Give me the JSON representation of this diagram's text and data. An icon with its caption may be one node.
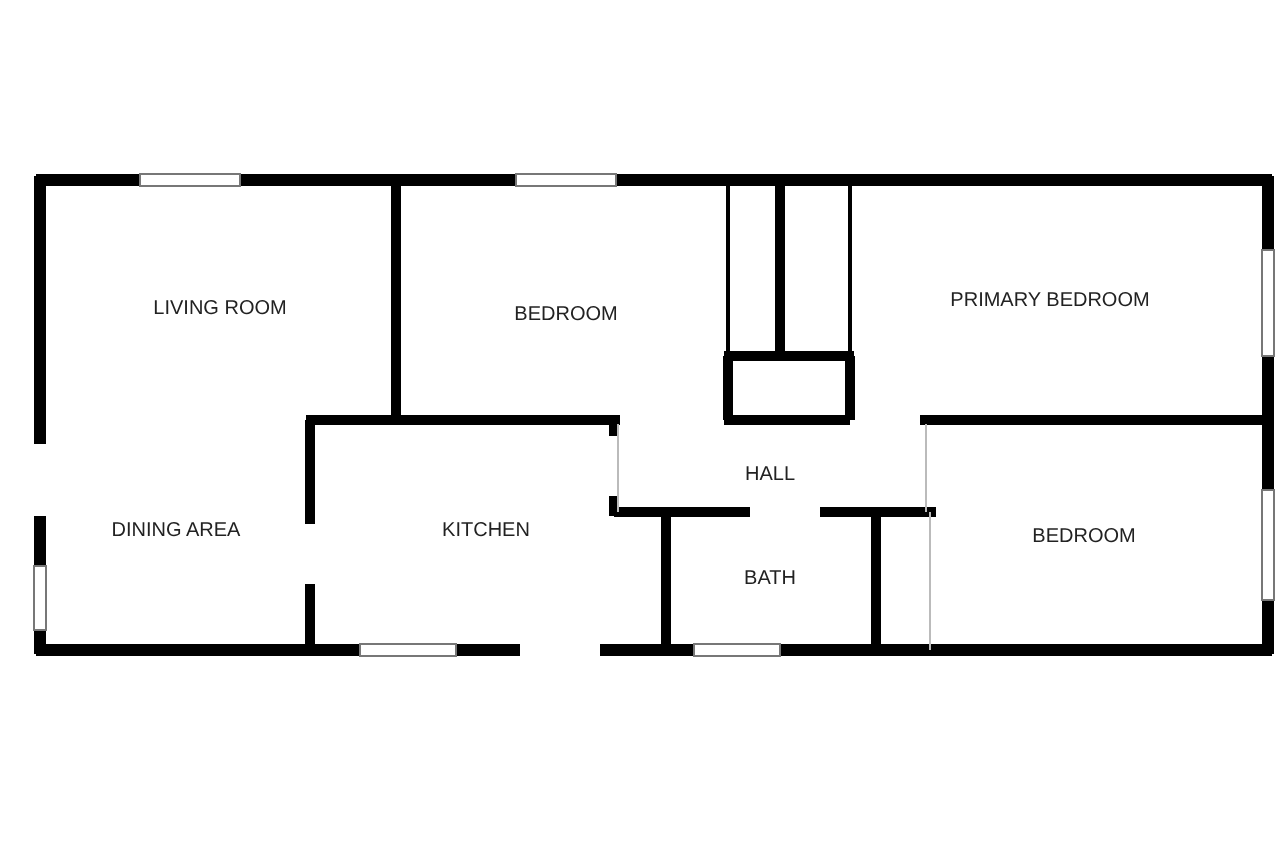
{
  "diagram": {
    "nodes": [
      {
        "text": [
          "LIVING ROOM",
          "DINING AREA"
        ]
      },
      {
        "text": [
          "BEDROOM"
        ]
      },
      {
        "text": [
          "PRIMARY BEDROOM"
        ]
      },
      {
        "text": [
          "KITCHEN"
        ]
      },
      {
        "text": [
          "HALL"
        ]
      },
      {
        "text": [
          "BATH"
        ]
      },
      {
        "text": [
          "BEDROOM"
        ]
      }
    ]
  }
}
